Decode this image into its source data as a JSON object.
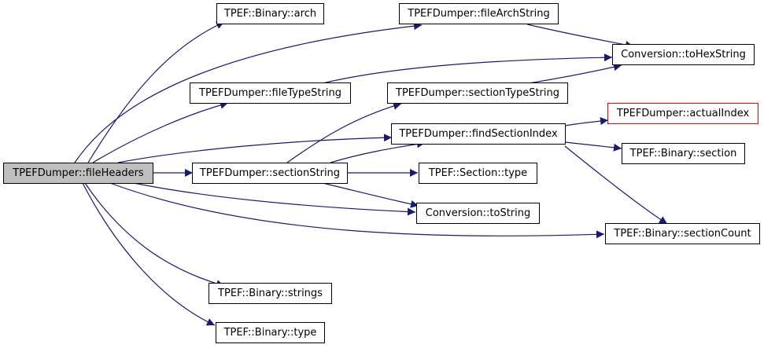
{
  "colors": {
    "edge": "#191970",
    "node_border": "#000000",
    "root_fill": "#bfbfbf",
    "missing_border": "#ff0000",
    "background": "#ffffff"
  },
  "nodes": {
    "root": "TPEFDumper::fileHeaders",
    "binary_arch": "TPEF::Binary::arch",
    "file_arch_string": "TPEFDumper::fileArchString",
    "to_hex_string": "Conversion::toHexString",
    "file_type_string": "TPEFDumper::fileTypeString",
    "section_type_string": "TPEFDumper::sectionTypeString",
    "actual_index": "TPEFDumper::actualIndex",
    "find_section_index": "TPEFDumper::findSectionIndex",
    "binary_section": "TPEF::Binary::section",
    "section_string": "TPEFDumper::sectionString",
    "section_type": "TPEF::Section::type",
    "to_string": "Conversion::toString",
    "section_count": "TPEF::Binary::sectionCount",
    "binary_strings": "TPEF::Binary::strings",
    "binary_type": "TPEF::Binary::type"
  }
}
